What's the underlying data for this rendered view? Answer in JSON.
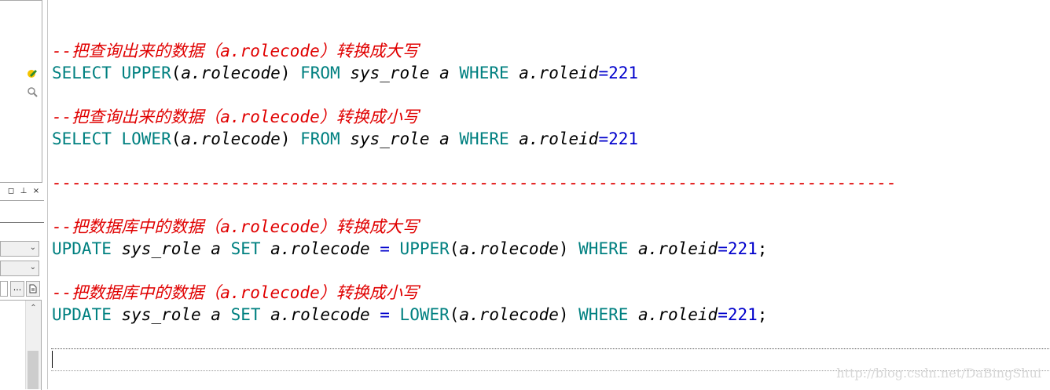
{
  "left_panel": {
    "toolbar": {
      "restore_glyph": "◻",
      "pin_glyph": "⊥",
      "close_glyph": "×"
    },
    "browse_button_label": "...",
    "chevron": "⌄",
    "scroll_up": "⌃"
  },
  "editor": {
    "lines": [
      {
        "tokens": [
          {
            "t": "cm",
            "v": "--把查询出来的数据（a.rolecode）转换成大写"
          }
        ]
      },
      {
        "tokens": [
          {
            "t": "kw",
            "v": "SELECT UPPER"
          },
          {
            "t": "pl",
            "v": "("
          },
          {
            "t": "id",
            "v": "a.rolecode"
          },
          {
            "t": "pl",
            "v": ")"
          },
          {
            "t": "kw",
            "v": " FROM "
          },
          {
            "t": "id",
            "v": "sys_role a"
          },
          {
            "t": "kw",
            "v": " WHERE "
          },
          {
            "t": "id",
            "v": "a.roleid"
          },
          {
            "t": "op",
            "v": "="
          },
          {
            "t": "num",
            "v": "221"
          }
        ]
      },
      {
        "tokens": []
      },
      {
        "tokens": [
          {
            "t": "cm",
            "v": "--把查询出来的数据（a.rolecode）转换成小写"
          }
        ]
      },
      {
        "tokens": [
          {
            "t": "kw",
            "v": "SELECT LOWER"
          },
          {
            "t": "pl",
            "v": "("
          },
          {
            "t": "id",
            "v": "a.rolecode"
          },
          {
            "t": "pl",
            "v": ")"
          },
          {
            "t": "kw",
            "v": " FROM "
          },
          {
            "t": "id",
            "v": "sys_role a"
          },
          {
            "t": "kw",
            "v": " WHERE "
          },
          {
            "t": "id",
            "v": "a.roleid"
          },
          {
            "t": "op",
            "v": "="
          },
          {
            "t": "num",
            "v": "221"
          }
        ]
      },
      {
        "tokens": []
      },
      {
        "tokens": [
          {
            "t": "cm",
            "v": "-------------------------------------------------------------------------------------"
          }
        ]
      },
      {
        "tokens": []
      },
      {
        "tokens": [
          {
            "t": "cm",
            "v": "--把数据库中的数据（a.rolecode）转换成大写"
          }
        ]
      },
      {
        "tokens": [
          {
            "t": "kw",
            "v": "UPDATE "
          },
          {
            "t": "id",
            "v": "sys_role a"
          },
          {
            "t": "kw",
            "v": " SET "
          },
          {
            "t": "id",
            "v": "a.rolecode"
          },
          {
            "t": "op",
            "v": " = "
          },
          {
            "t": "kw",
            "v": "UPPER"
          },
          {
            "t": "pl",
            "v": "("
          },
          {
            "t": "id",
            "v": "a.rolecode"
          },
          {
            "t": "pl",
            "v": ")"
          },
          {
            "t": "kw",
            "v": " WHERE "
          },
          {
            "t": "id",
            "v": "a.roleid"
          },
          {
            "t": "op",
            "v": "="
          },
          {
            "t": "num",
            "v": "221"
          },
          {
            "t": "pl",
            "v": ";"
          }
        ]
      },
      {
        "tokens": []
      },
      {
        "tokens": [
          {
            "t": "cm",
            "v": "--把数据库中的数据（a.rolecode）转换成小写"
          }
        ]
      },
      {
        "tokens": [
          {
            "t": "kw",
            "v": "UPDATE "
          },
          {
            "t": "id",
            "v": "sys_role a"
          },
          {
            "t": "kw",
            "v": " SET "
          },
          {
            "t": "id",
            "v": "a.rolecode"
          },
          {
            "t": "op",
            "v": " = "
          },
          {
            "t": "kw",
            "v": "LOWER"
          },
          {
            "t": "pl",
            "v": "("
          },
          {
            "t": "id",
            "v": "a.rolecode"
          },
          {
            "t": "pl",
            "v": ")"
          },
          {
            "t": "kw",
            "v": " WHERE "
          },
          {
            "t": "id",
            "v": "a.roleid"
          },
          {
            "t": "op",
            "v": "="
          },
          {
            "t": "num",
            "v": "221"
          },
          {
            "t": "pl",
            "v": ";"
          }
        ]
      }
    ]
  },
  "watermark": "http://blog.csdn.net/DaBingShui",
  "colors": {
    "comment": "#e00000",
    "keyword": "#008080",
    "identifier": "#000000",
    "number": "#0000cc"
  }
}
